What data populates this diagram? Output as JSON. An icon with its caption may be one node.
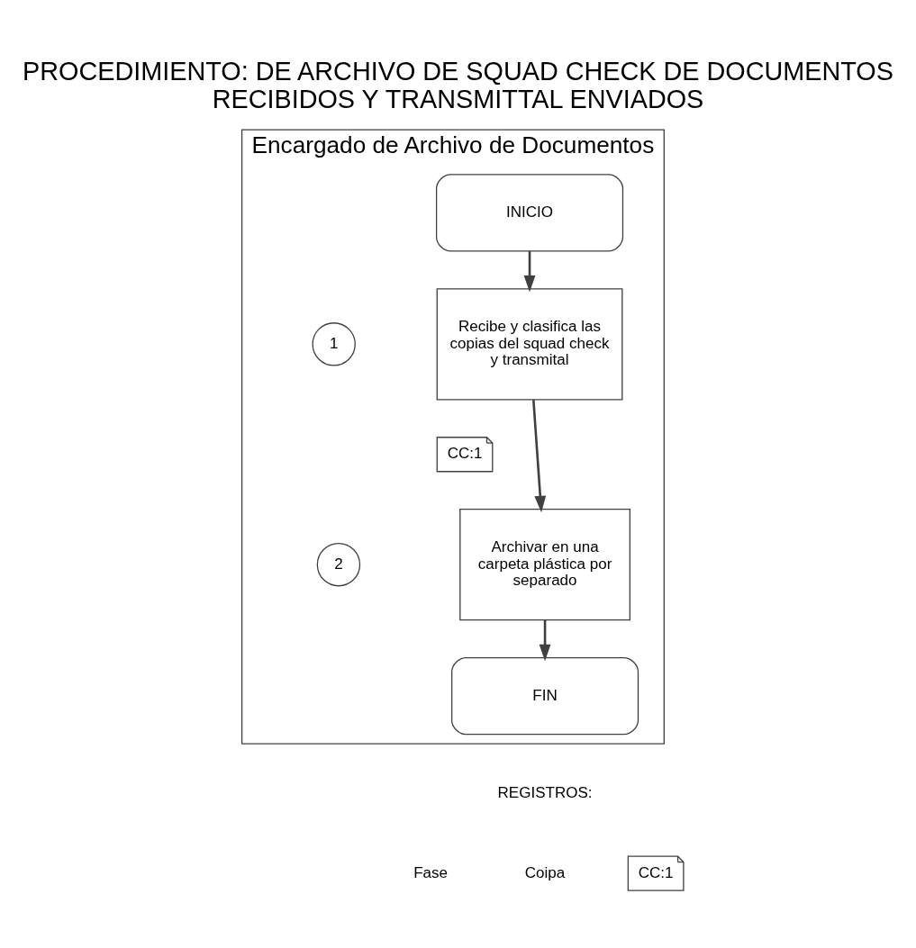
{
  "diagram": {
    "title": "PROCEDIMIENTO: DE ARCHIVO DE SQUAD CHECK DE DOCUMENTOS RECIBIDOS Y TRANSMITTAL ENVIADOS",
    "nodes": [
      {
        "text": [
          "Encargado de Archivo de Documentos"
        ]
      },
      {
        "text": [
          "INICIO"
        ],
        "in": 0
      },
      {
        "text": [
          "1"
        ],
        "in": 0
      },
      {
        "text": [
          "Recibe y clasifica las copias del squad check y transmital"
        ],
        "in": 0
      },
      {
        "text": [
          "CC:1"
        ],
        "in": 0
      },
      {
        "text": [
          "2"
        ],
        "in": 0
      },
      {
        "text": [
          "Archivar en una carpeta plástica por separado"
        ],
        "in": 0
      },
      {
        "text": [
          "FIN"
        ],
        "in": 0
      },
      {
        "text": [
          "CC:1"
        ]
      }
    ],
    "edges": [
      {
        "from": 1,
        "to": 3,
        "arrow": "to"
      },
      {
        "from": 3,
        "to": 6,
        "arrow": "to"
      },
      {
        "from": 6,
        "to": 7,
        "arrow": "to"
      }
    ],
    "labels": [
      "REGISTROS:",
      "Coipa",
      "Fase"
    ]
  }
}
